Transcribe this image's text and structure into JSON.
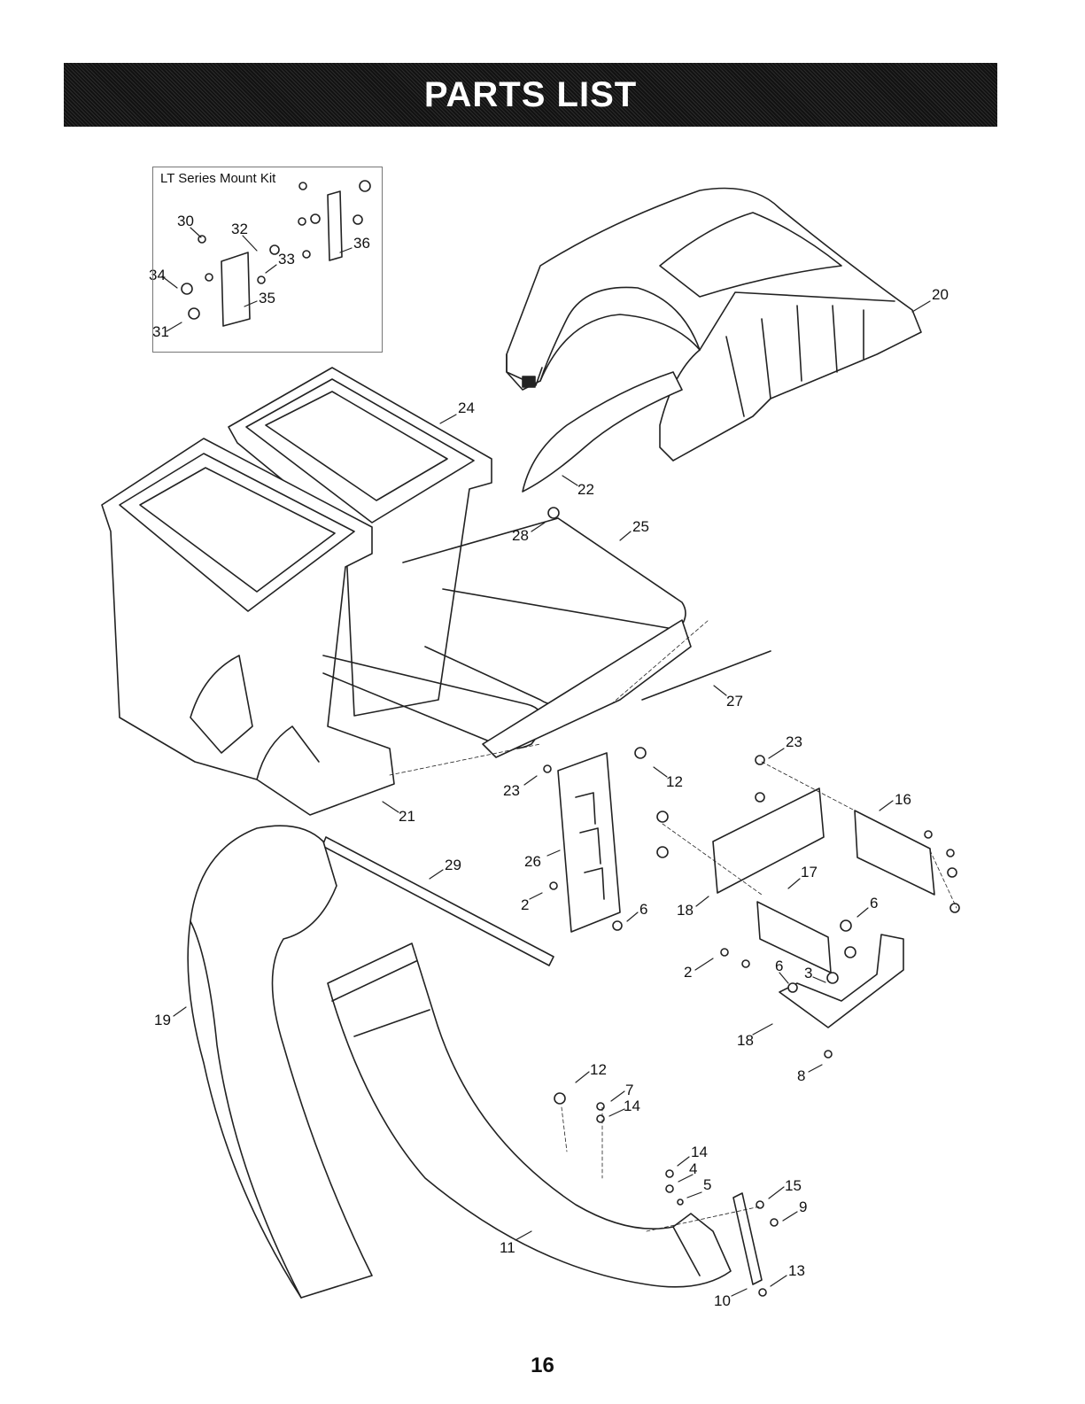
{
  "header": {
    "title": "PARTS LIST"
  },
  "kit": {
    "title": "LT Series Mount Kit"
  },
  "page": {
    "number": "16"
  },
  "callouts": {
    "c30": "30",
    "c32": "32",
    "c33": "33",
    "c34": "34",
    "c35": "35",
    "c31": "31",
    "c36": "36",
    "c20": "20",
    "c24": "24",
    "c22": "22",
    "c28": "28",
    "c25": "25",
    "c27": "27",
    "c23a": "23",
    "c12a": "12",
    "c23b": "23",
    "c16": "16",
    "c21": "21",
    "c29": "29",
    "c26": "26",
    "c17": "17",
    "c2a": "2",
    "c6a": "6",
    "c18a": "18",
    "c6b": "6",
    "c2b": "2",
    "c6c": "6",
    "c3": "3",
    "c19": "19",
    "c18b": "18",
    "c8": "8",
    "c12b": "12",
    "c7": "7",
    "c14a": "14",
    "c14b": "14",
    "c4": "4",
    "c5": "5",
    "c15": "15",
    "c9": "9",
    "c11": "11",
    "c13": "13",
    "c10": "10"
  },
  "colors": {
    "banner": "#1a1a1a",
    "line": "#222222",
    "fill": "#ffffff"
  }
}
